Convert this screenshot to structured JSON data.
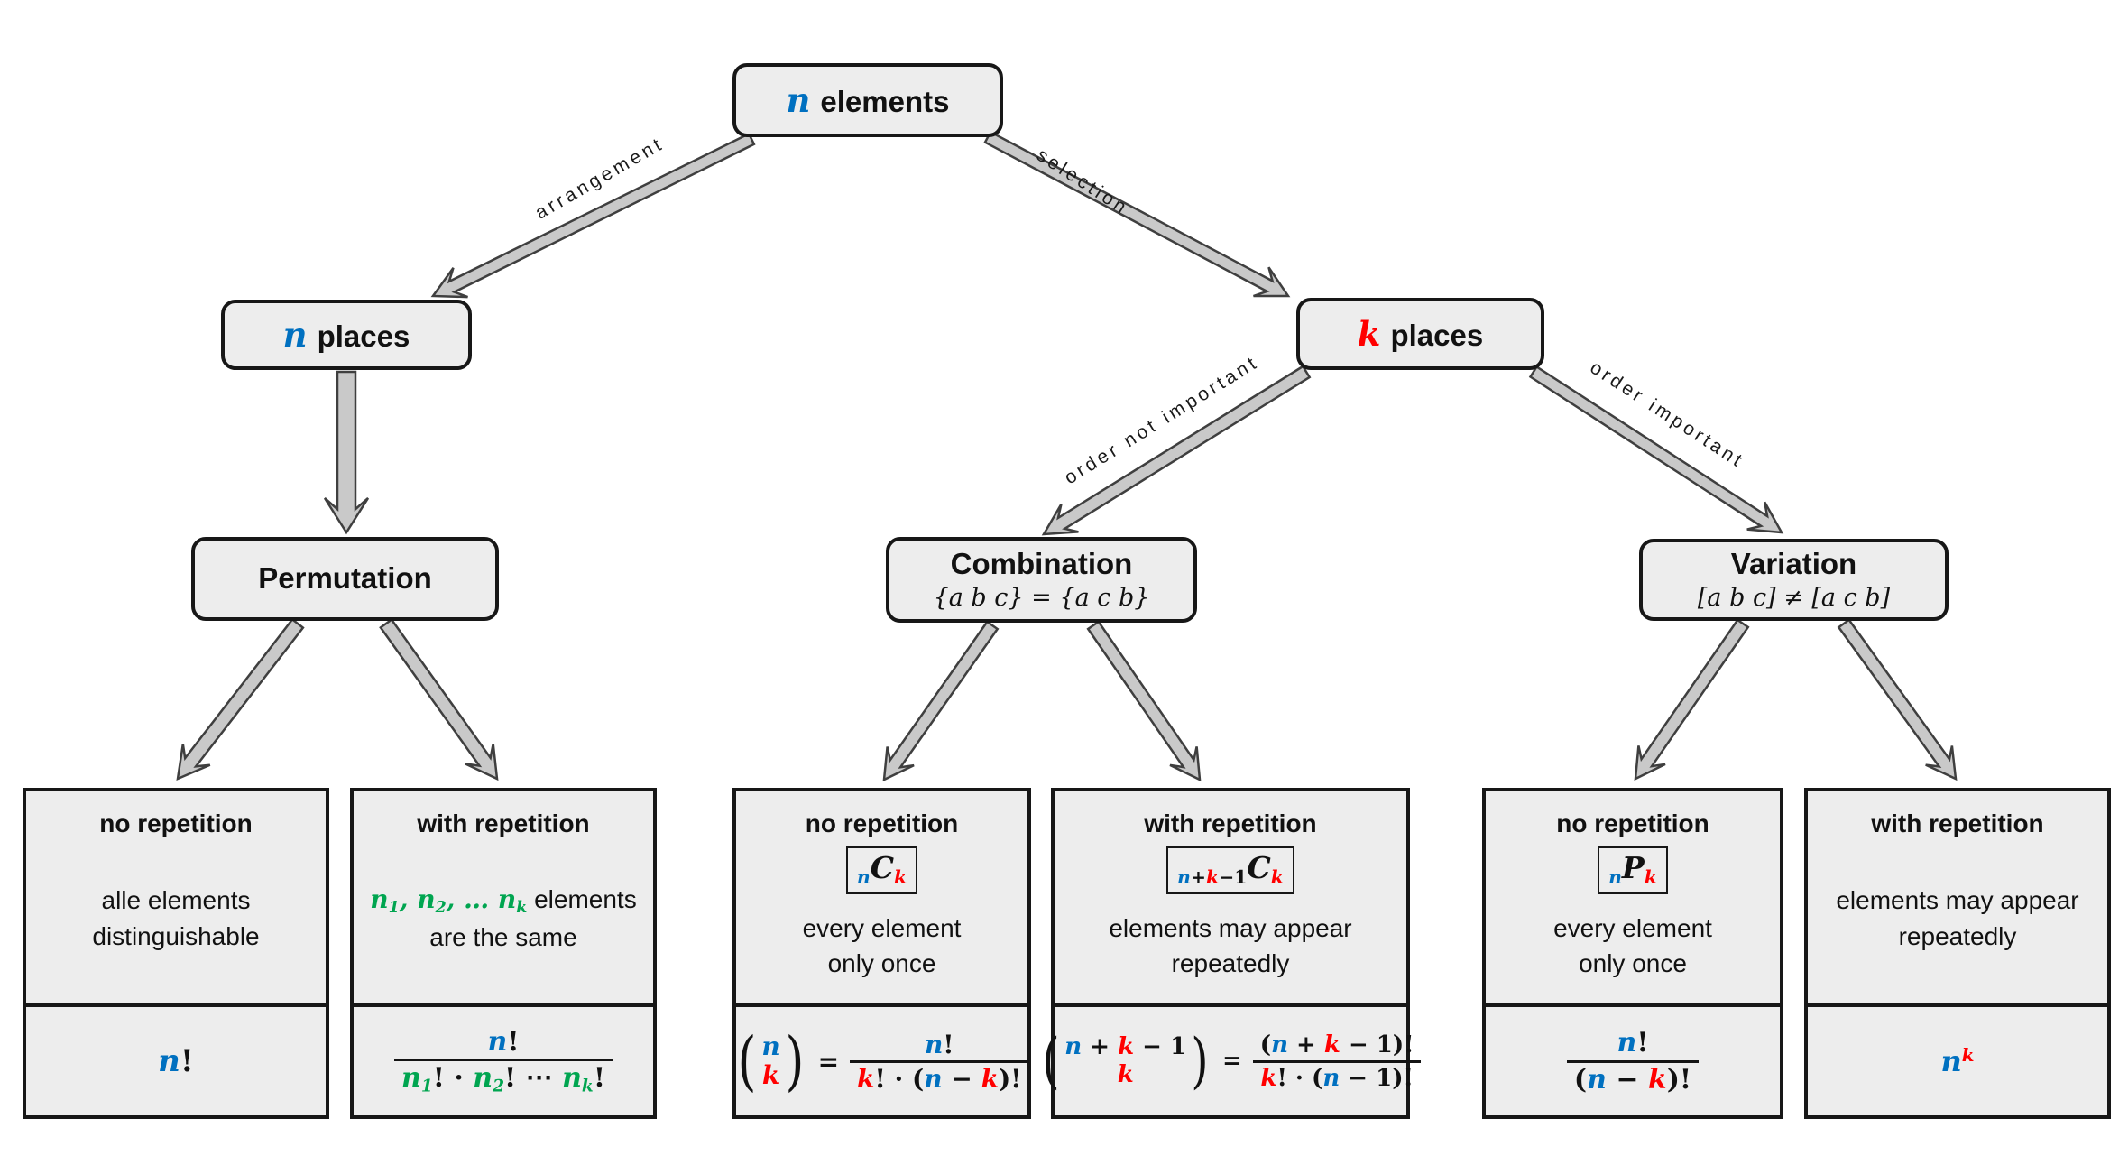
{
  "colors": {
    "n_blue": "#0070C0",
    "k_red": "#FF0000",
    "n_green": "#00A550",
    "box_fill": "#ededed",
    "box_border": "#171717",
    "arrow_fill": "#c9c9c9",
    "arrow_outline": "#3f3f3f",
    "text": "#111111"
  },
  "diagram": {
    "root": {
      "var": "n",
      "label": "elements"
    },
    "places_left": {
      "var": "n",
      "label": "places"
    },
    "places_right": {
      "var": "k",
      "label": "places"
    },
    "edge_labels": {
      "arrangement": "arrangement",
      "selection": "selection",
      "order_not_important": "order not important",
      "order_important": "order important"
    },
    "categories": {
      "permutation": {
        "title": "Permutation",
        "subtitle": ""
      },
      "combination": {
        "title": "Combination",
        "subtitle": "{a b c} = {a c b}"
      },
      "variation": {
        "title": "Variation",
        "subtitle": "[a b c] ≠ [a c b]"
      }
    },
    "leaves": [
      {
        "id": "permutation-no-repetition",
        "heading": "no repetition",
        "badge": null,
        "desc": [
          [
            [
              "alle elements",
              "t"
            ]
          ],
          [
            [
              "distinguishable",
              "t"
            ]
          ]
        ],
        "formula": {
          "type": "plain",
          "segments": [
            [
              "n",
              "n"
            ],
            [
              "!",
              "b"
            ]
          ]
        }
      },
      {
        "id": "permutation-with-repetition",
        "heading": "with repetition",
        "badge": null,
        "desc": [
          [
            [
              "n",
              "g"
            ],
            [
              "1",
              "g",
              "sub"
            ],
            [
              ", ",
              "g"
            ],
            [
              "n",
              "g"
            ],
            [
              "2",
              "g",
              "sub"
            ],
            [
              ", … ",
              "g"
            ],
            [
              "n",
              "g"
            ],
            [
              "k",
              "g",
              "sub"
            ],
            [
              " elements",
              "t"
            ]
          ],
          [
            [
              "are the same",
              "t"
            ]
          ]
        ],
        "formula": {
          "type": "frac",
          "num": [
            [
              "n",
              "n"
            ],
            [
              "!",
              "b"
            ]
          ],
          "den": [
            [
              "n",
              "g"
            ],
            [
              "1",
              "g",
              "sub"
            ],
            [
              "! · ",
              "b"
            ],
            [
              "n",
              "g"
            ],
            [
              "2",
              "g",
              "sub"
            ],
            [
              "! ⋯ ",
              "b"
            ],
            [
              "n",
              "g"
            ],
            [
              "k",
              "g",
              "sub"
            ],
            [
              "!",
              "b"
            ]
          ]
        }
      },
      {
        "id": "combination-no-repetition",
        "heading": "no repetition",
        "badge": [
          [
            "n",
            "n",
            "sub"
          ],
          [
            "C",
            "bi"
          ],
          [
            "k",
            "k",
            "sub"
          ]
        ],
        "desc": [
          [
            [
              "every element",
              "t"
            ]
          ],
          [
            [
              "only once",
              "t"
            ]
          ]
        ],
        "formula": {
          "type": "eq",
          "left": {
            "type": "binom",
            "top": [
              [
                "n",
                "n"
              ]
            ],
            "bot": [
              [
                "k",
                "k"
              ]
            ]
          },
          "right": {
            "type": "frac",
            "num": [
              [
                "n",
                "n"
              ],
              [
                "!",
                "b"
              ]
            ],
            "den": [
              [
                "k",
                "k"
              ],
              [
                "! · (",
                "b"
              ],
              [
                "n",
                "n"
              ],
              [
                " − ",
                "b"
              ],
              [
                "k",
                "k"
              ],
              [
                ")!",
                "b"
              ]
            ]
          }
        }
      },
      {
        "id": "combination-with-repetition",
        "heading": "with repetition",
        "badge": [
          [
            "n",
            "n",
            "sub"
          ],
          [
            "+",
            "b",
            "sub"
          ],
          [
            "k",
            "k",
            "sub"
          ],
          [
            "−1",
            "b",
            "sub"
          ],
          [
            "C",
            "bi"
          ],
          [
            "k",
            "k",
            "sub"
          ]
        ],
        "desc": [
          [
            [
              "elements may appear",
              "t"
            ]
          ],
          [
            [
              "repeatedly",
              "t"
            ]
          ]
        ],
        "formula": {
          "type": "eq",
          "left": {
            "type": "binom",
            "top": [
              [
                "n",
                "n"
              ],
              [
                " + ",
                "b"
              ],
              [
                "k",
                "k"
              ],
              [
                " − 1",
                "b"
              ]
            ],
            "bot": [
              [
                "k",
                "k"
              ]
            ]
          },
          "right": {
            "type": "frac",
            "num": [
              [
                "(",
                "b"
              ],
              [
                "n",
                "n"
              ],
              [
                " + ",
                "b"
              ],
              [
                "k",
                "k"
              ],
              [
                " − 1)!",
                "b"
              ]
            ],
            "den": [
              [
                "k",
                "k"
              ],
              [
                "! · (",
                "b"
              ],
              [
                "n",
                "n"
              ],
              [
                " − 1)!",
                "b"
              ]
            ]
          }
        }
      },
      {
        "id": "variation-no-repetition",
        "heading": "no repetition",
        "badge": [
          [
            "n",
            "n",
            "sub"
          ],
          [
            "P",
            "bi"
          ],
          [
            "k",
            "k",
            "sub"
          ]
        ],
        "desc": [
          [
            [
              "every element",
              "t"
            ]
          ],
          [
            [
              "only once",
              "t"
            ]
          ]
        ],
        "formula": {
          "type": "frac",
          "num": [
            [
              "n",
              "n"
            ],
            [
              "!",
              "b"
            ]
          ],
          "den": [
            [
              "(",
              "b"
            ],
            [
              "n",
              "n"
            ],
            [
              " − ",
              "b"
            ],
            [
              "k",
              "k"
            ],
            [
              ")!",
              "b"
            ]
          ]
        }
      },
      {
        "id": "variation-with-repetition",
        "heading": "with repetition",
        "badge": null,
        "desc": [
          [
            [
              "elements may appear",
              "t"
            ]
          ],
          [
            [
              "repeatedly",
              "t"
            ]
          ]
        ],
        "formula": {
          "type": "plain",
          "segments": [
            [
              "n",
              "n"
            ],
            [
              "k",
              "k",
              "sup"
            ]
          ]
        }
      }
    ]
  }
}
